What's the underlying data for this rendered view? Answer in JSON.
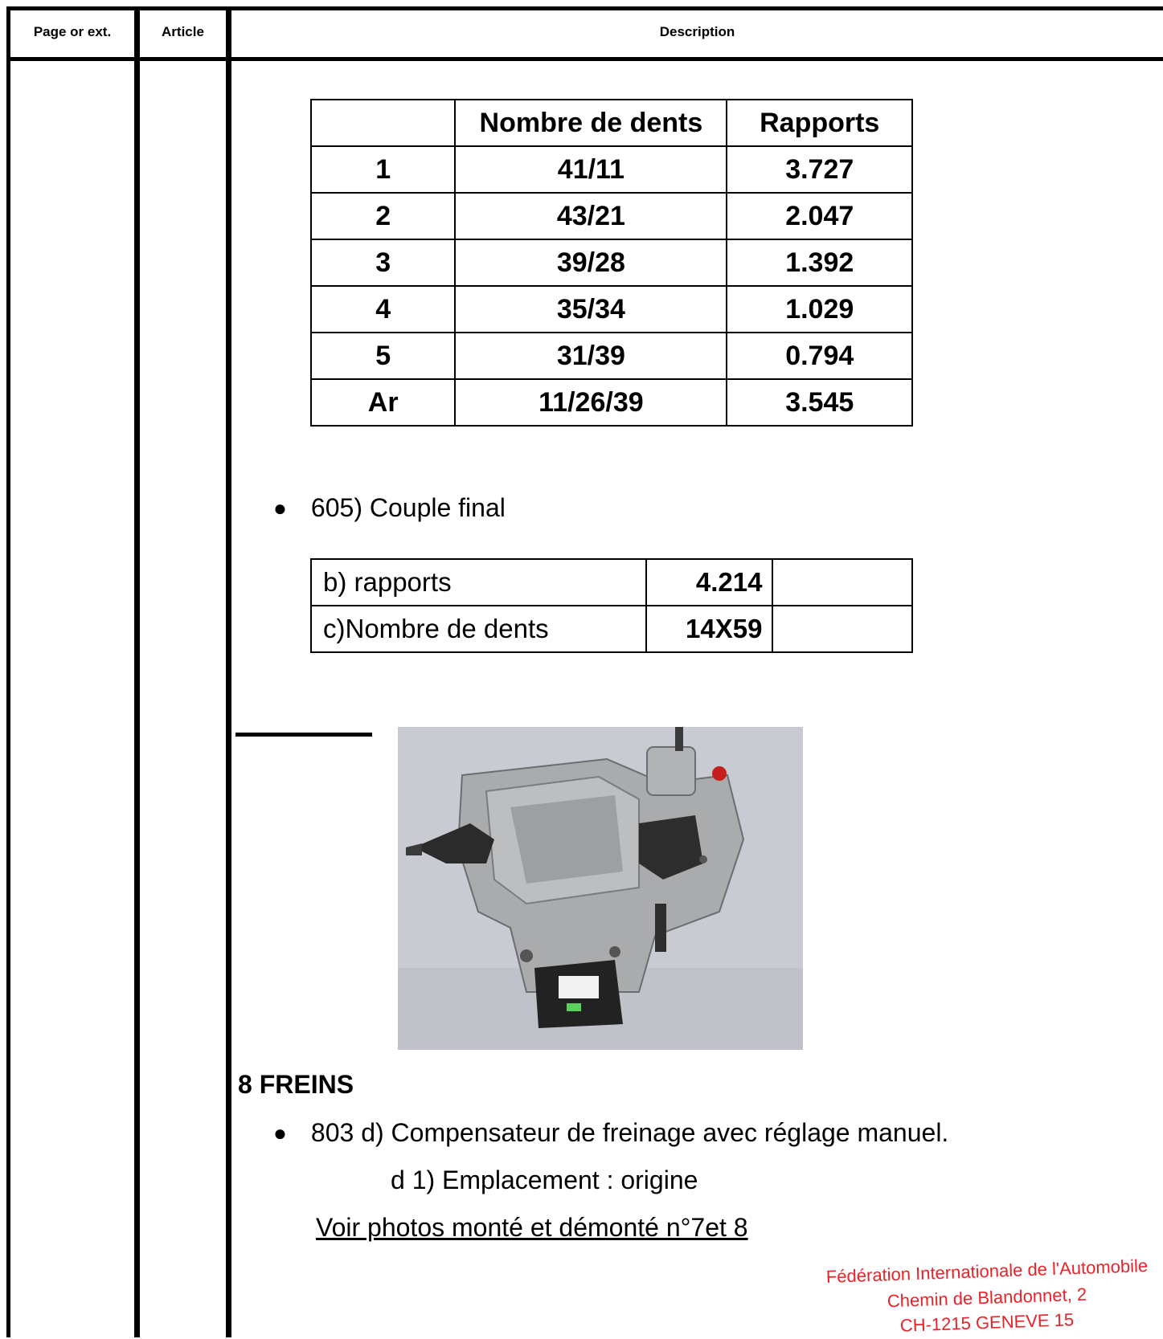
{
  "header": {
    "col_page": "Page or ext.",
    "col_article": "Article",
    "col_description": "Description"
  },
  "gear_table": {
    "headers": [
      "",
      "Nombre de dents",
      "Rapports"
    ],
    "rows": [
      [
        "1",
        "41/11",
        "3.727"
      ],
      [
        "2",
        "43/21",
        "2.047"
      ],
      [
        "3",
        "39/28",
        "1.392"
      ],
      [
        "4",
        "35/34",
        "1.029"
      ],
      [
        "5",
        "31/39",
        "0.794"
      ],
      [
        "Ar",
        "11/26/39",
        "3.545"
      ]
    ]
  },
  "item_605": "605) Couple final",
  "final_table": {
    "rows": [
      [
        "b) rapports",
        "4.214",
        ""
      ],
      [
        "c)Nombre de dents",
        "14X59",
        ""
      ]
    ]
  },
  "photo": {
    "subject": "gearbox-photo"
  },
  "section_8": {
    "title": "8 FREINS",
    "item_803": "803 d)  Compensateur de freinage avec réglage manuel.",
    "item_d1": "d 1) Emplacement : origine",
    "link": "Voir photos monté et démonté n°7et 8"
  },
  "stamp": {
    "line1": "Fédération Internationale de l'Automobile",
    "line2": "Chemin de Blandonnet, 2",
    "line3": "CH-1215 GENEVE 15",
    "color": "#e8232a"
  }
}
